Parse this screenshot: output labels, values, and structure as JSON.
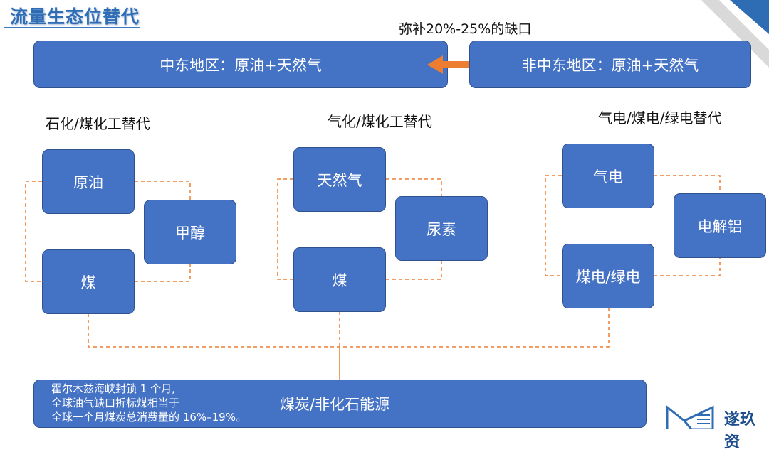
{
  "title": "流量生态位替代",
  "gap_label": "弥补20%-25%的缺口",
  "top": {
    "left": "中东地区：原油+天然气",
    "right": "非中东地区：原油+天然气"
  },
  "groups": [
    {
      "label": "石化/煤化工替代",
      "a": "原油",
      "b": "甲醇",
      "c": "煤"
    },
    {
      "label": "气化/煤化工替代",
      "a": "天然气",
      "b": "尿素",
      "c": "煤"
    },
    {
      "label": "气电/煤电/绿电替代",
      "a": "气电",
      "b": "电解铝",
      "c": "煤电/绿电"
    }
  ],
  "bottom": {
    "main": "煤炭/非化石能源",
    "note": [
      "霍尔木兹海峡封锁 1 个月,",
      "全球油气缺口折标煤相当于",
      "全球一个月煤炭总消费量的 16%–19%。"
    ]
  },
  "logo": {
    "text": "遂玖资"
  },
  "colors": {
    "box": "#4472C4",
    "border": "#2F528F",
    "connector": "#ED7D31",
    "title": "#2E6DB4"
  }
}
